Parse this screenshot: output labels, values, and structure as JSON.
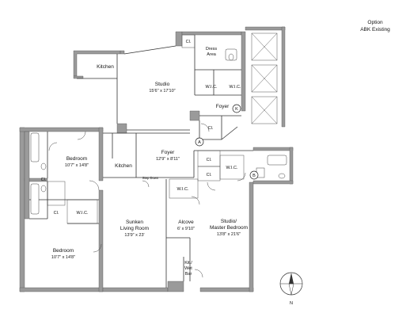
{
  "header": {
    "line1": "Option",
    "line2": "ABK Existing"
  },
  "rooms": {
    "kitchen_top": "Kitchen",
    "studio_name": "Studio",
    "studio_dim": "15'6\" x 17'10\"",
    "dress_area_1": "Dress",
    "dress_area_2": "Area",
    "cl_top": "Cl.",
    "wic_top_left": "W.I.C.",
    "wic_top_right": "W.I.C.",
    "foyer_top": "Foyer",
    "cl_mid": "Cl.",
    "bedroom_upper_name": "Bedroom",
    "bedroom_upper_dim": "10'7\" x 14'8\"",
    "cl_left_upper": "Cl.",
    "kitchen_mid": "Kitchen",
    "foyer_mid_name": "Foyer",
    "foyer_mid_dim": "12'9\" x 8'11\"",
    "step_down": "Step Down",
    "cl_center_1": "Cl.",
    "cl_center_2": "Cl.",
    "wic_center": "W.I.C.",
    "wic_lower": "W.I.C.",
    "cl_left_lower": "Cl.",
    "wic_left": "W.I.C.",
    "sunken_1": "Sunken",
    "sunken_2": "Living Room",
    "sunken_dim": "13'9\" x 23'",
    "alcove_name": "Alcove",
    "alcove_dim": "6' x 9'10\"",
    "master_1": "Studio/",
    "master_2": "Master Bedroom",
    "master_dim": "13'8\" x 21'6\"",
    "bedroom_lower_name": "Bedroom",
    "bedroom_lower_dim": "10'7\" x 14'8\"",
    "kit_1": "Kit./",
    "kit_2": "Wet",
    "kit_3": "Bar"
  },
  "markers": {
    "k": "K",
    "a": "A",
    "b": "B"
  },
  "compass": {
    "north": "N"
  }
}
